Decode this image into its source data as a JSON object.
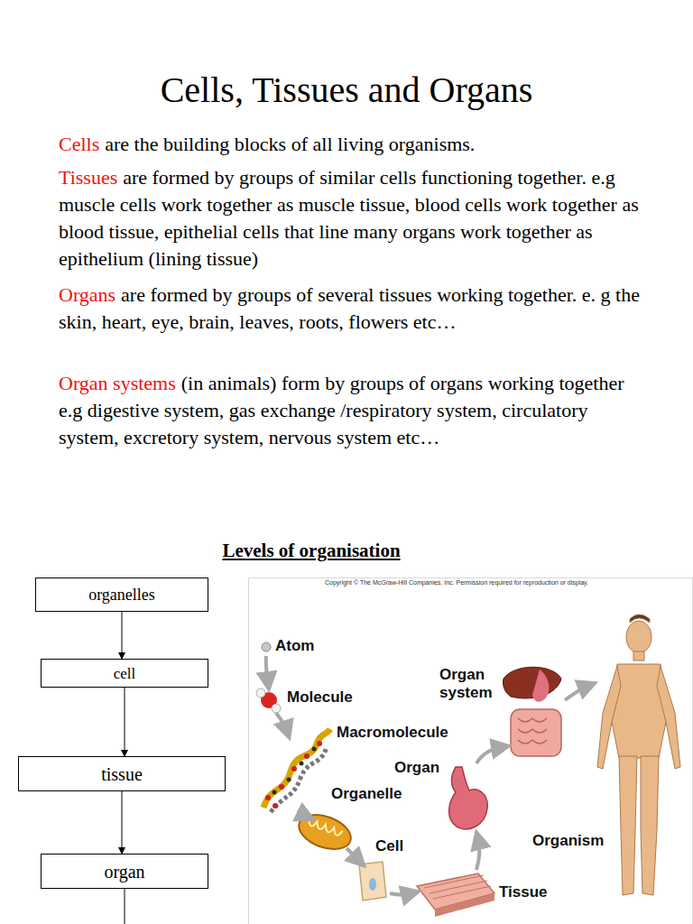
{
  "diagram": {
    "title": "Cells, Tissues and Organs",
    "nodes": [
      {
        "text": [
          "organelles"
        ]
      },
      {
        "text": [
          "cell"
        ]
      },
      {
        "text": [
          "tissue"
        ]
      },
      {
        "text": [
          "organ"
        ]
      }
    ],
    "edges": [
      {
        "from": 0,
        "to": 1,
        "arrow": "to"
      },
      {
        "from": 1,
        "to": 2,
        "arrow": "to"
      },
      {
        "from": 2,
        "to": 3,
        "arrow": "to"
      }
    ],
    "labels": [
      "Cells",
      "are the building blocks of all living organisms.",
      "Tissues",
      "are formed by groups of similar cells functioning together. e.g muscle cells work together as muscle tissue, blood cells work together as blood tissue, epithelial cells that line many organs work together as epithelium (lining tissue)",
      "Organs",
      "are formed by groups of several tissues working together. e. g the skin, heart, eye, brain, leaves, roots, flowers etc…",
      "Organ systems",
      "(in animals) form by groups of organs working together e.g digestive system, gas exchange /respiratory system, circulatory system, excretory system, nervous system etc…",
      "Levels of organisation",
      "Copyright © The McGraw-Hill Companies, Inc. Permission required for reproduction or display.",
      "Atom",
      "Molecule",
      "Macromolecule",
      "Organelle",
      "Cell",
      "Tissue",
      "Organ",
      "Organ system",
      "Organism"
    ]
  }
}
